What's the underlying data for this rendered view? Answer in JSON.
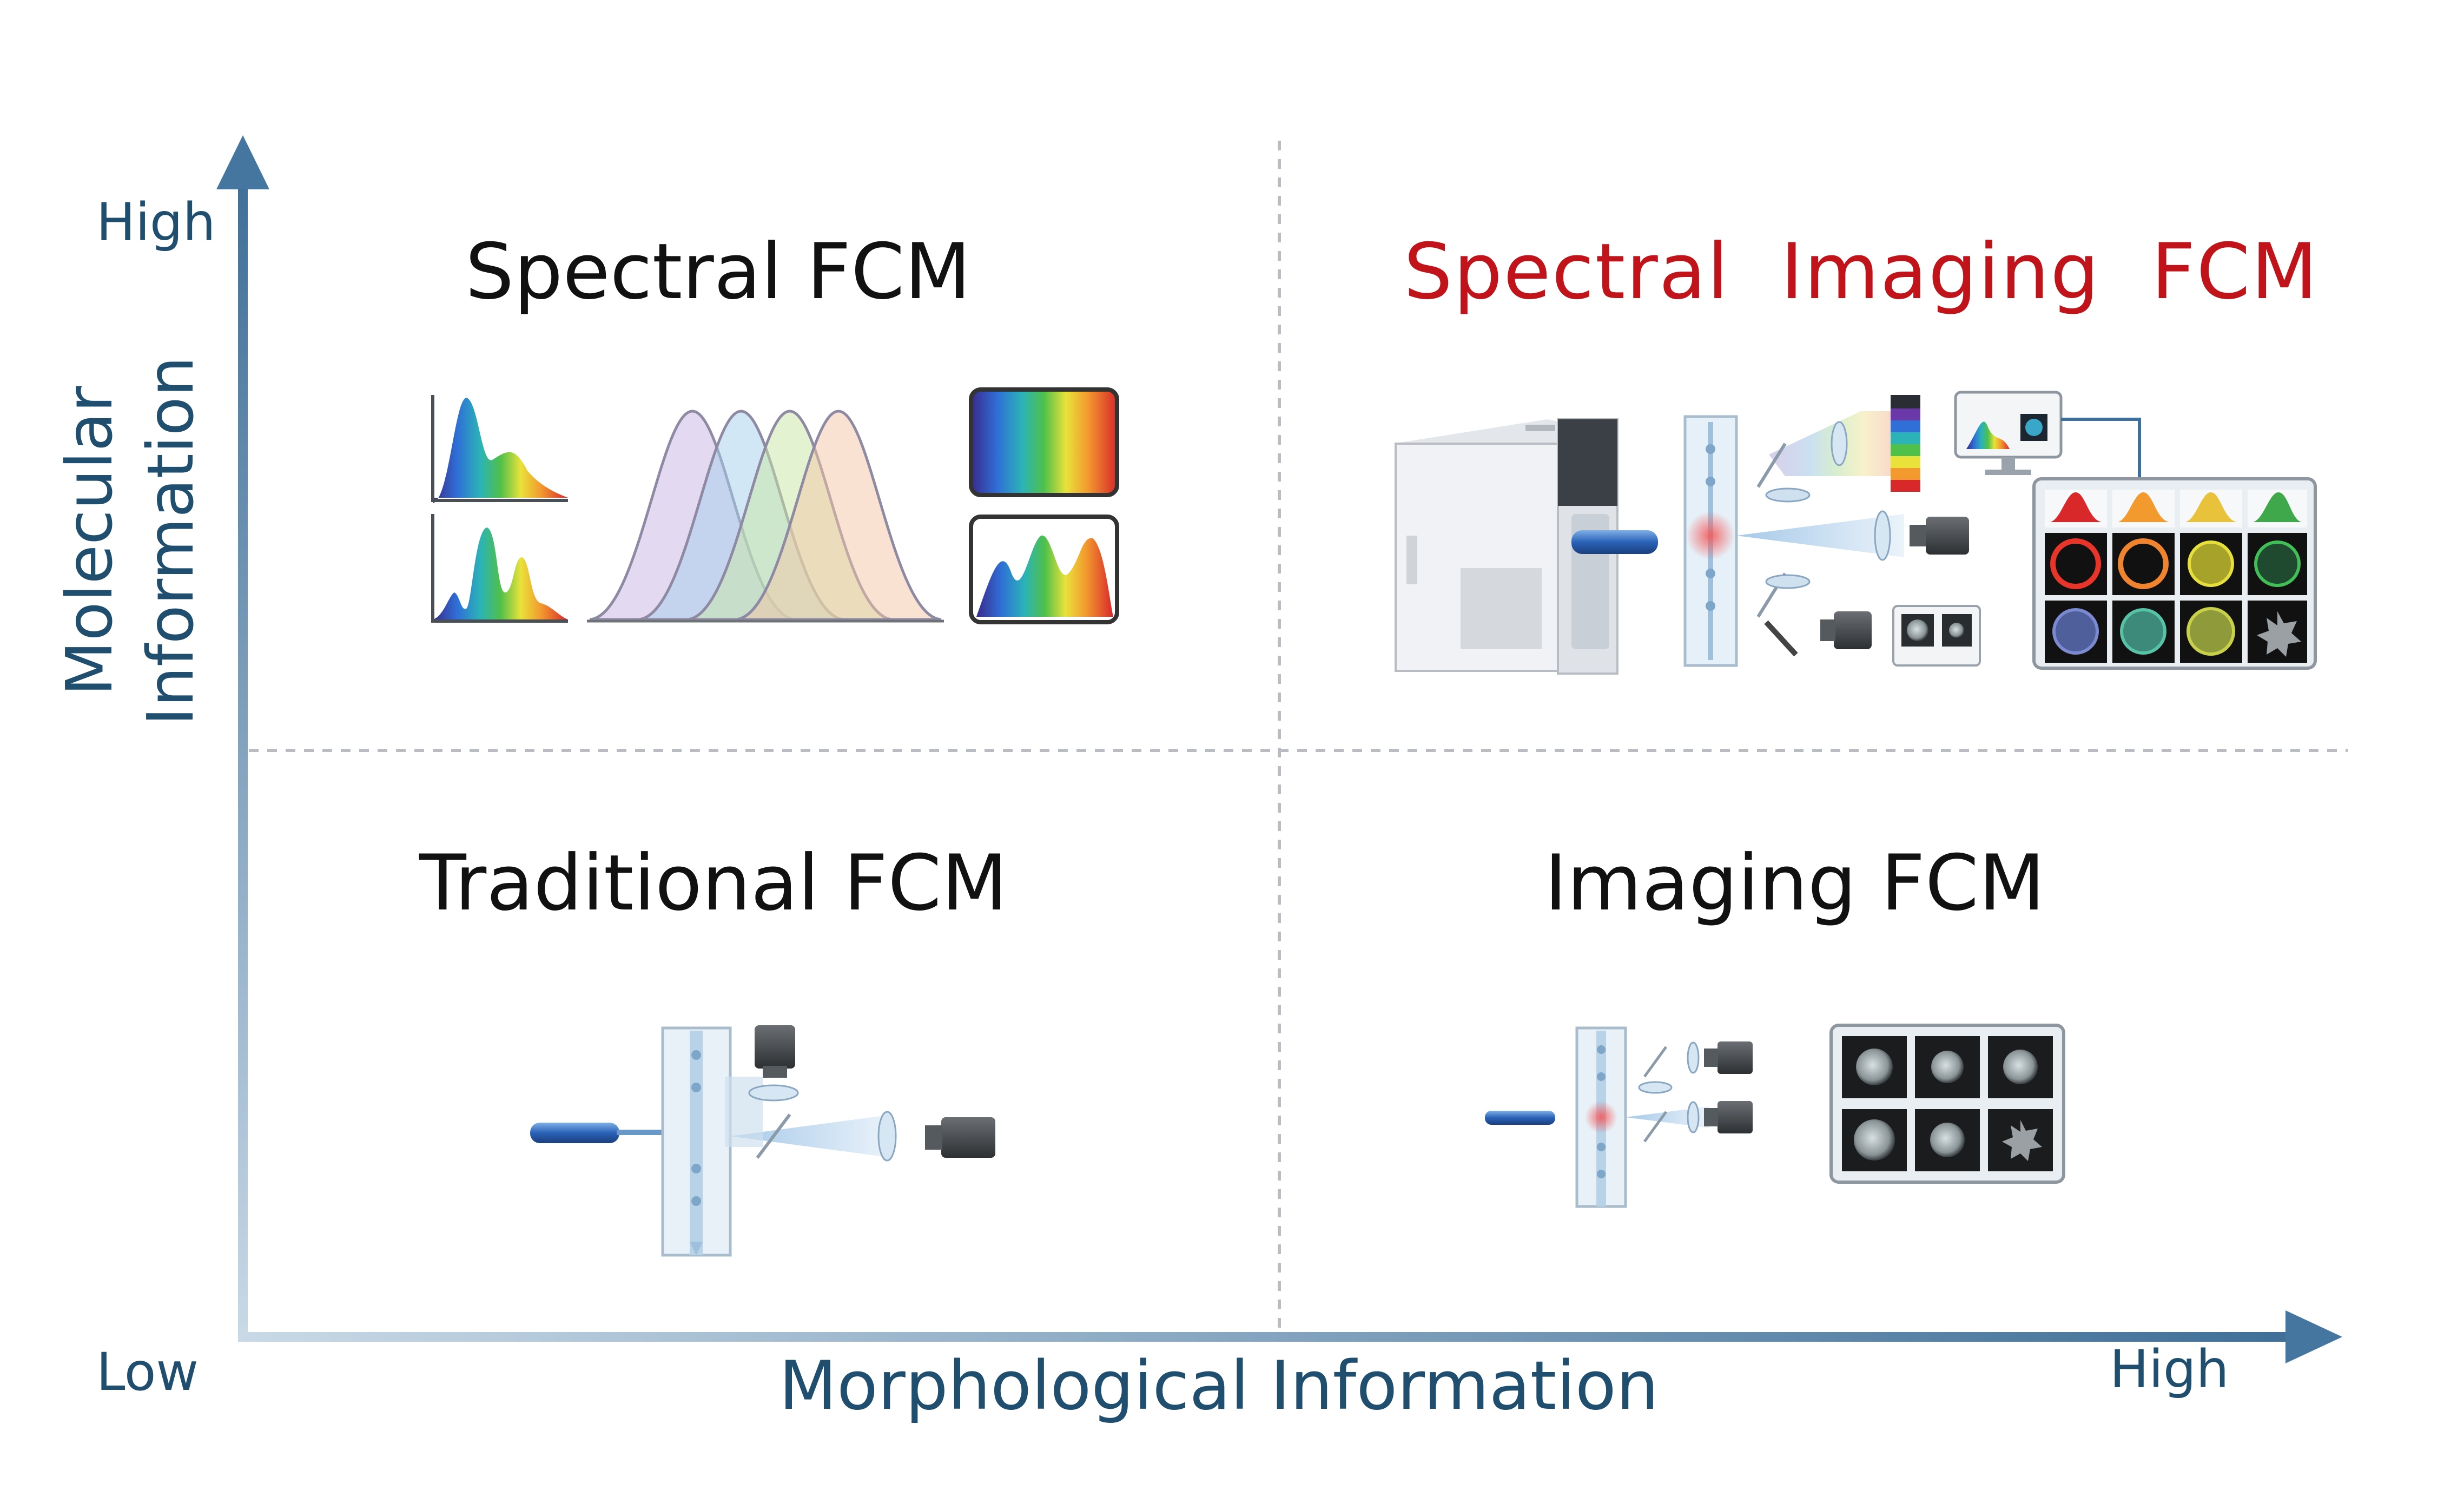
{
  "y_axis": {
    "name_line1": "Molecular",
    "name_line2": "Information",
    "high_label": "High"
  },
  "x_axis": {
    "name": "Morphological Information",
    "low_label": "Low",
    "high_label": "High"
  },
  "quadrants": {
    "top_left": {
      "title": "Spectral FCM"
    },
    "top_right": {
      "title": "Spectral  Imaging  FCM"
    },
    "bottom_left": {
      "title": "Traditional FCM"
    },
    "bottom_right": {
      "title": "Imaging FCM"
    }
  },
  "colors": {
    "axis": "#4f7ea3",
    "axis_text": "#1f4e6e",
    "highlight_title": "#c0141a",
    "divider": "#b9bdc2"
  }
}
